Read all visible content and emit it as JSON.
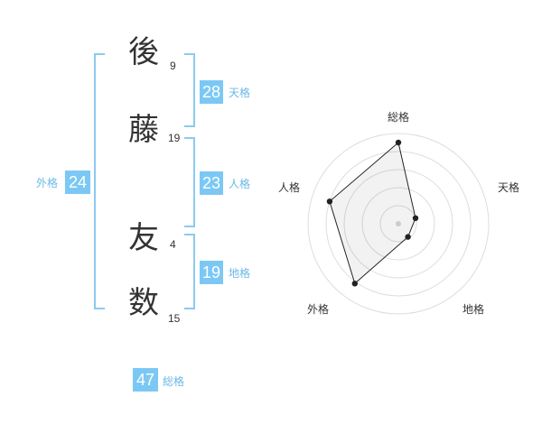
{
  "name": {
    "chars": [
      {
        "char": "後",
        "strokes": "9"
      },
      {
        "char": "藤",
        "strokes": "19"
      },
      {
        "char": "友",
        "strokes": "4"
      },
      {
        "char": "数",
        "strokes": "15"
      }
    ]
  },
  "kakusu": {
    "tenkaku": {
      "value": "28",
      "label": "天格"
    },
    "jinkaku": {
      "value": "23",
      "label": "人格"
    },
    "chikaku": {
      "value": "19",
      "label": "地格"
    },
    "gaikaku": {
      "value": "24",
      "label": "外格"
    },
    "soukaku": {
      "value": "47",
      "label": "総格"
    }
  },
  "colors": {
    "accent": "#7cc8f4",
    "bracket": "#8ccaf0",
    "label": "#6bb8e6",
    "text": "#333333"
  },
  "chart_data": {
    "type": "radar",
    "axes": [
      "総格",
      "天格",
      "地格",
      "外格",
      "人格"
    ],
    "values": [
      0.9,
      0.2,
      0.18,
      0.82,
      0.8
    ],
    "range": [
      0,
      1
    ],
    "rings": 5
  }
}
